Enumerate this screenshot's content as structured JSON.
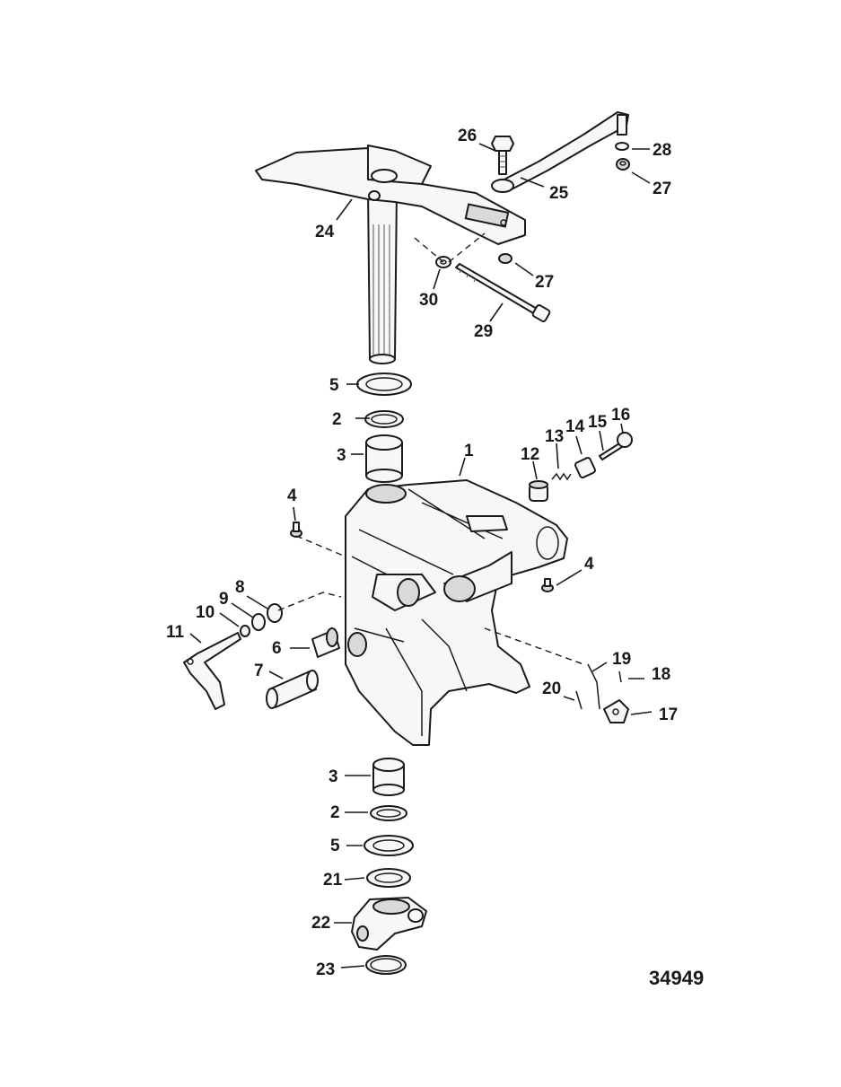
{
  "figure_number": "34949",
  "callouts": [
    "1",
    "2",
    "3",
    "4",
    "5",
    "6",
    "7",
    "8",
    "9",
    "10",
    "11",
    "12",
    "13",
    "14",
    "15",
    "16",
    "17",
    "18",
    "19",
    "20",
    "21",
    "22",
    "23",
    "24",
    "25",
    "26",
    "27",
    "28",
    "29",
    "30"
  ]
}
